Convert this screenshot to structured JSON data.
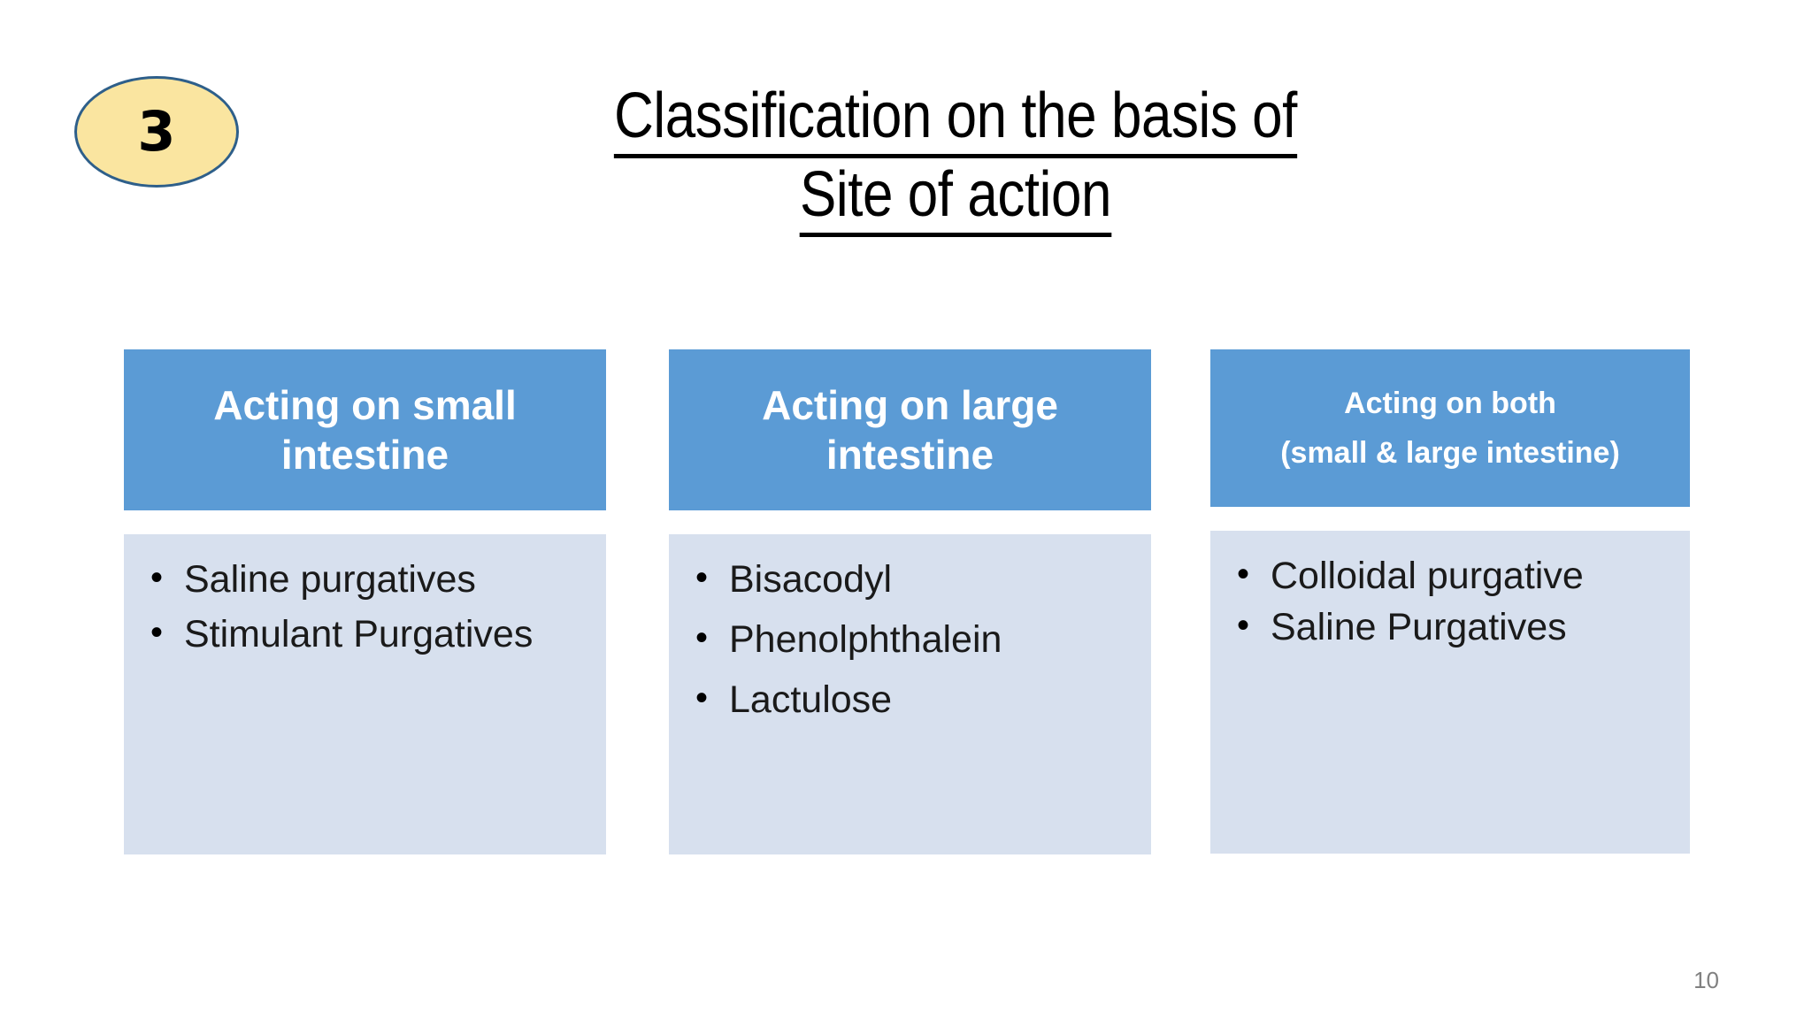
{
  "slide": {
    "badge_number": "3",
    "title_lines": [
      "Classification on the basis of",
      "Site of action"
    ],
    "page_number": "10",
    "colors": {
      "header_blue": "#5B9BD5",
      "body_blue": "#D7E0EE",
      "badge_fill": "#FAE5A0",
      "badge_border": "#2E5F8A",
      "title_text": "#000000",
      "page_number_text": "#808080"
    }
  },
  "columns": [
    {
      "header_lines": [
        "Acting on small",
        "intestine"
      ],
      "items": [
        "Saline purgatives",
        "Stimulant Purgatives"
      ]
    },
    {
      "header_lines": [
        "Acting on large",
        "intestine"
      ],
      "items": [
        "Bisacodyl",
        "Phenolphthalein",
        "Lactulose"
      ]
    },
    {
      "header_lines": [
        "Acting on both",
        "(small & large intestine)"
      ],
      "items": [
        "Colloidal purgative",
        "Saline Purgatives"
      ]
    }
  ]
}
